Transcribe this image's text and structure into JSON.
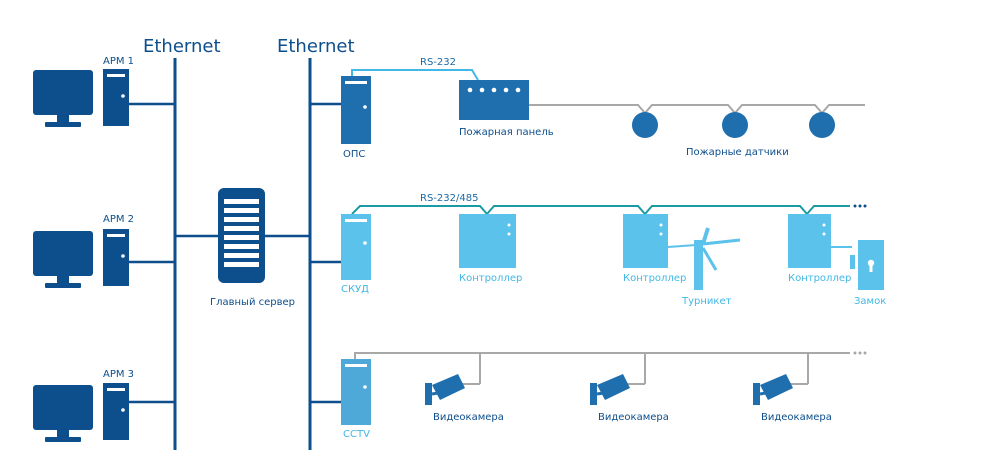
{
  "networks": {
    "left": "Ethernet",
    "right": "Ethernet"
  },
  "workstations": [
    {
      "label": "АРМ 1"
    },
    {
      "label": "АРМ 2"
    },
    {
      "label": "АРМ 3"
    }
  ],
  "server": {
    "label": "Главный сервер"
  },
  "fire_system": {
    "server_label": "ОПС",
    "link_label": "RS-232",
    "panel_label": "Пожарная панель",
    "sensors_label": "Пожарные датчики"
  },
  "access_system": {
    "server_label": "СКУД",
    "link_label": "RS-232/485",
    "controller_label": "Контроллер",
    "turnstile_label": "Турникет",
    "lock_label": "Замок"
  },
  "cctv_system": {
    "server_label": "CCTV",
    "camera_label": "Видеокамера"
  },
  "colors": {
    "dark_blue": "#0d4e8c",
    "mid_blue": "#1f6fae",
    "light_blue": "#5bc2ec",
    "pale_blue": "#4ea8d8",
    "teal": "#1a9ba3",
    "gray_line": "#a8a8a8"
  }
}
